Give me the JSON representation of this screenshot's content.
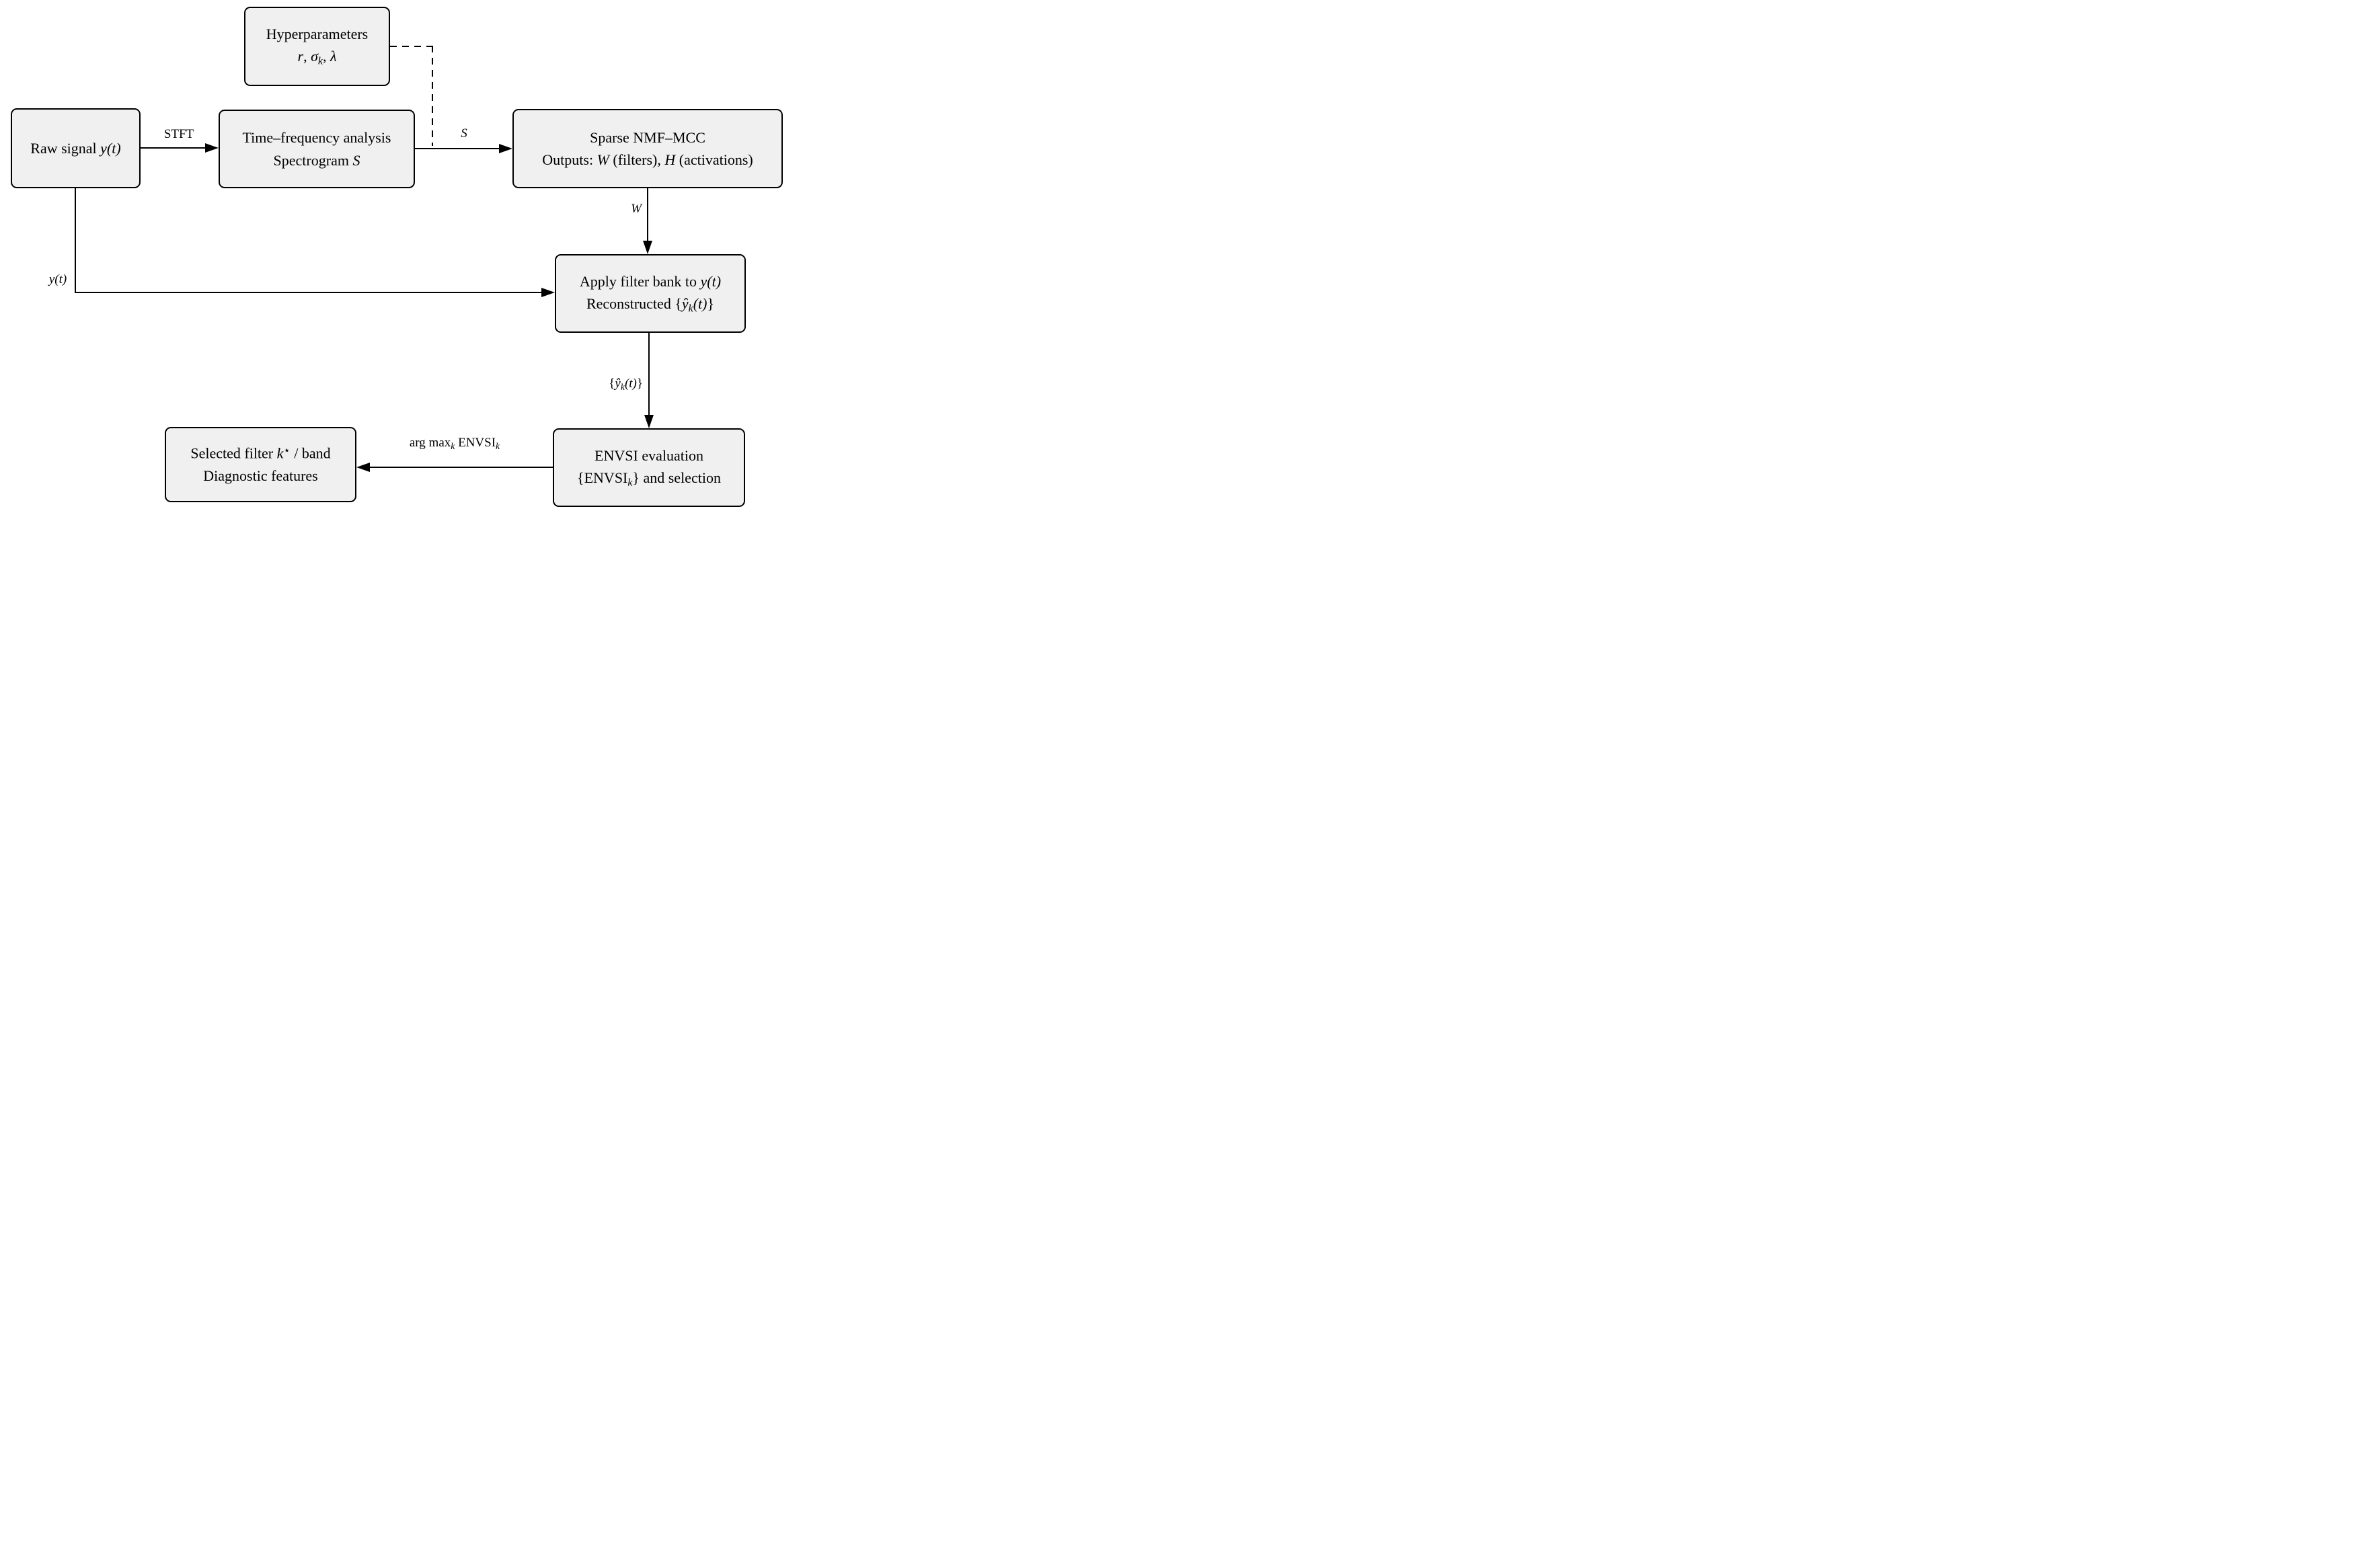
{
  "colors": {
    "background": "#ffffff",
    "box_fill": "#f0f0f0",
    "line_color": "#000000"
  },
  "nodes": {
    "hyper": {
      "line1": "Hyperparameters",
      "line2": [
        {
          "t": "r"
        },
        {
          "t": ", "
        },
        {
          "t": "σ"
        },
        {
          "t": "k"
        },
        {
          "t": ", "
        },
        {
          "t": "λ"
        }
      ]
    },
    "raw": {
      "line1": [
        {
          "t": "Raw signal "
        },
        {
          "t": "y(t)"
        }
      ]
    },
    "tf": {
      "line1": "Time–frequency analysis",
      "line2": [
        {
          "t": "Spectrogram "
        },
        {
          "t": "S"
        }
      ]
    },
    "nmf": {
      "line1": "Sparse NMF–MCC",
      "line2": [
        {
          "t": "Outputs: "
        },
        {
          "t": "W"
        },
        {
          "t": " (filters), "
        },
        {
          "t": "H"
        },
        {
          "t": " (activations)"
        }
      ]
    },
    "apply": {
      "line1": [
        {
          "t": "Apply filter bank to "
        },
        {
          "t": "y(t)"
        }
      ],
      "line2": [
        {
          "t": "Reconstructed "
        },
        {
          "t": "{"
        },
        {
          "t": "ŷ"
        },
        {
          "t": "k"
        },
        {
          "t": "(t)"
        },
        {
          "t": "}"
        }
      ]
    },
    "envsi": {
      "line1": "ENVSI evaluation",
      "line2": [
        {
          "t": "{ENVSI"
        },
        {
          "t": "k"
        },
        {
          "t": "} and selection"
        }
      ]
    },
    "selected": {
      "line1": [
        {
          "t": "Selected filter "
        },
        {
          "t": "k"
        },
        {
          "t": "⋆"
        },
        {
          "t": " / band"
        }
      ],
      "line2": "Diagnostic features"
    }
  },
  "edges": {
    "stft": {
      "label": "STFT"
    },
    "s": {
      "label": "S"
    },
    "w": {
      "label": "W"
    },
    "yt": {
      "label": "y(t)"
    },
    "yhat": [
      {
        "t": "{"
      },
      {
        "t": "ŷ"
      },
      {
        "t": "k"
      },
      {
        "t": "(t)"
      },
      {
        "t": "}"
      }
    ],
    "argmax": [
      {
        "t": "arg max"
      },
      {
        "t": "k"
      },
      {
        "t": " ENVSI"
      },
      {
        "t": "k"
      }
    ]
  }
}
